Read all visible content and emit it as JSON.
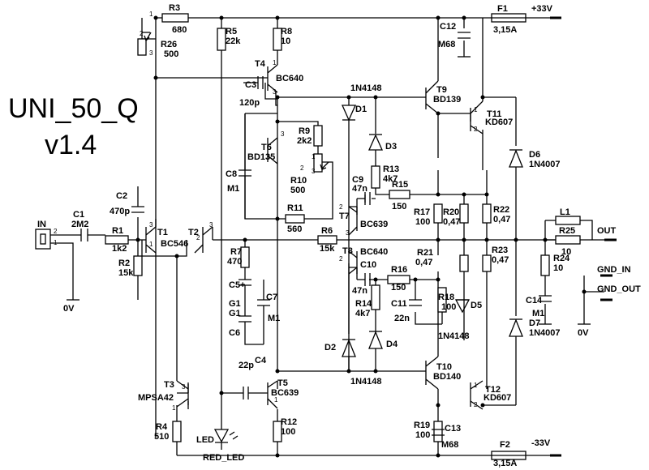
{
  "title": "UNI_50_Q",
  "version": "v1.4",
  "rails": {
    "positive": "+33V",
    "negative": "-33V",
    "ground": "0V"
  },
  "connectors": {
    "input_label": "IN",
    "output_label": "OUT",
    "gnd_in": "GND_IN",
    "gnd_out": "GND_OUT"
  },
  "components": {
    "R1": {
      "name": "R1",
      "value": "1k2"
    },
    "R2": {
      "name": "R2",
      "value": "15k"
    },
    "R3": {
      "name": "R3",
      "value": "680"
    },
    "R4": {
      "name": "R4",
      "value": "510"
    },
    "R5": {
      "name": "R5",
      "value": "22k"
    },
    "R6": {
      "name": "R6",
      "value": "15k"
    },
    "R7": {
      "name": "R7",
      "value": "470"
    },
    "R8": {
      "name": "R8",
      "value": "10"
    },
    "R9": {
      "name": "R9",
      "value": "2k2"
    },
    "R10": {
      "name": "R10",
      "value": "500"
    },
    "R11": {
      "name": "R11",
      "value": "560"
    },
    "R12": {
      "name": "R12",
      "value": "100"
    },
    "R13": {
      "name": "R13",
      "value": "4k7"
    },
    "R14": {
      "name": "R14",
      "value": "4k7"
    },
    "R15": {
      "name": "R15",
      "value": "150"
    },
    "R16": {
      "name": "R16",
      "value": "150"
    },
    "R17": {
      "name": "R17",
      "value": "100"
    },
    "R18": {
      "name": "R18",
      "value": "100"
    },
    "R19": {
      "name": "R19",
      "value": "100"
    },
    "R20": {
      "name": "R20",
      "value": "0,47"
    },
    "R21": {
      "name": "R21",
      "value": "0,47"
    },
    "R22": {
      "name": "R22",
      "value": "0,47"
    },
    "R23": {
      "name": "R23",
      "value": "0,47"
    },
    "R24": {
      "name": "R24",
      "value": "10"
    },
    "R25": {
      "name": "R25",
      "value": "10"
    },
    "R26": {
      "name": "R26",
      "value": "500"
    },
    "C1": {
      "name": "C1",
      "value": "2M2"
    },
    "C2": {
      "name": "C2",
      "value": "470p"
    },
    "C3": {
      "name": "C3",
      "value": "120p"
    },
    "C4": {
      "name": "C4",
      "value": "22p"
    },
    "C5": {
      "name": "C5+",
      "value": "G1"
    },
    "C6": {
      "name": "C6",
      "value": "G1"
    },
    "C7": {
      "name": "C7",
      "value": "M1"
    },
    "C8": {
      "name": "C8",
      "value": "M1"
    },
    "C9": {
      "name": "C9",
      "value": "47n"
    },
    "C10": {
      "name": "C10",
      "value": "47n"
    },
    "C11": {
      "name": "C11",
      "value": "22n"
    },
    "C12": {
      "name": "C12",
      "value": "M68"
    },
    "C13": {
      "name": "C13",
      "value": "M68"
    },
    "C14": {
      "name": "C14",
      "value": "M1"
    },
    "T1": {
      "name": "T1"
    },
    "T2": {
      "name": "T2"
    },
    "T12pair": {
      "value": "BC546"
    },
    "T3": {
      "name": "T3",
      "value": "MPSA42"
    },
    "T4": {
      "name": "T4",
      "value": "BC640"
    },
    "T5": {
      "name": "T5",
      "value": "BC639"
    },
    "T6": {
      "name": "T6",
      "value": "BD135"
    },
    "T7": {
      "name": "T7",
      "value": "BC639"
    },
    "T8": {
      "name": "T8",
      "value": "BC640"
    },
    "T9": {
      "name": "T9",
      "value": "BD139"
    },
    "T10": {
      "name": "T10",
      "value": "BD140"
    },
    "T11": {
      "name": "T11",
      "value": "KD607"
    },
    "T12": {
      "name": "T12",
      "value": "KD607"
    },
    "D1": {
      "name": "D1",
      "value": "1N4148"
    },
    "D2": {
      "name": "D2",
      "value": "1N4148"
    },
    "D3": {
      "name": "D3"
    },
    "D4": {
      "name": "D4"
    },
    "D5": {
      "name": "D5",
      "value": "1N4148"
    },
    "D6": {
      "name": "D6",
      "value": "1N4007"
    },
    "D7": {
      "name": "D7",
      "value": "1N4007"
    },
    "LED": {
      "name": "LED",
      "value": "RED_LED"
    },
    "L1": {
      "name": "L1"
    },
    "F1": {
      "name": "F1",
      "value": "3,15A"
    },
    "F2": {
      "name": "F2",
      "value": "3,15A"
    }
  }
}
